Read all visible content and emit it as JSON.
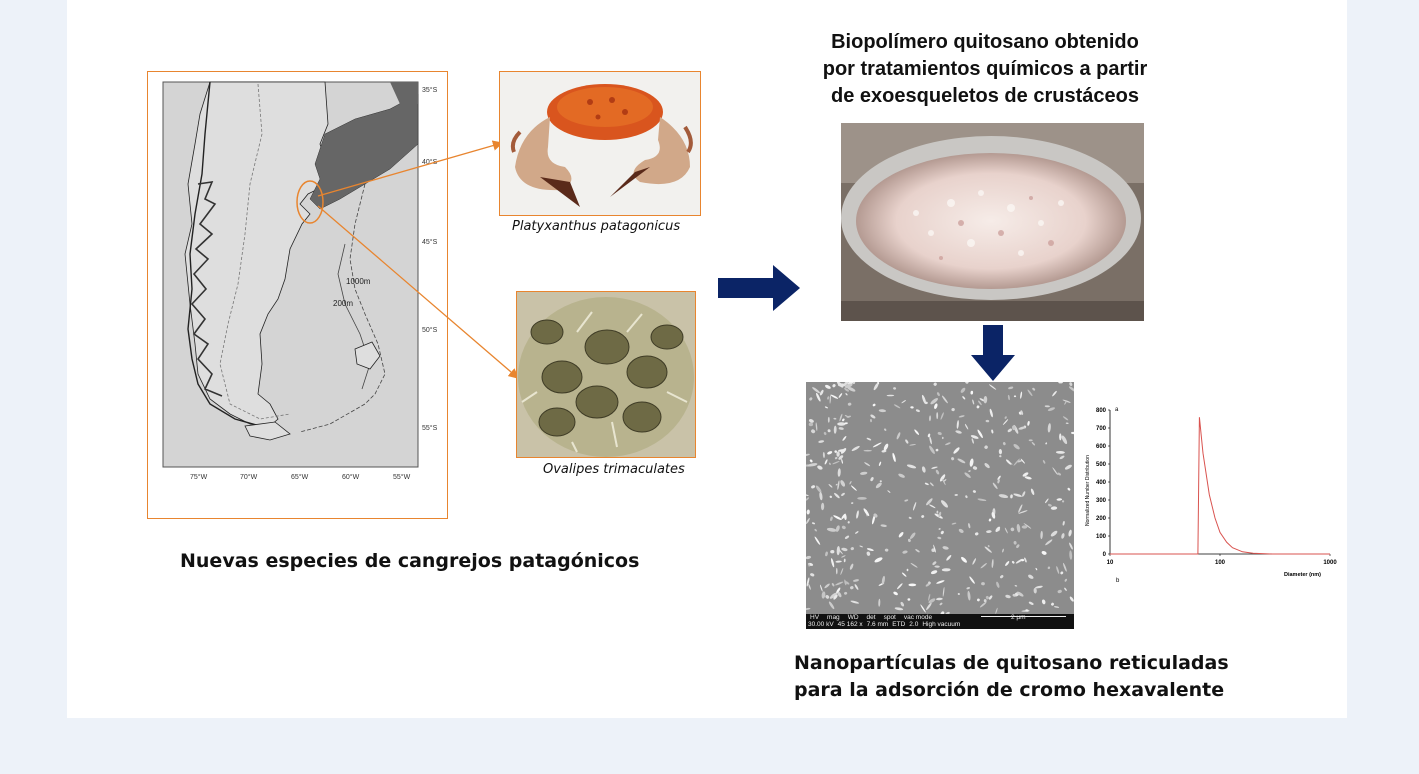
{
  "map": {
    "lat_labels": [
      "35°S",
      "40°S",
      "45°S",
      "50°S",
      "55°S"
    ],
    "lon_labels": [
      "75°W",
      "70°W",
      "65°W",
      "60°W",
      "55°W"
    ],
    "depth_labels": [
      "1000m",
      "200m"
    ]
  },
  "species": [
    {
      "name": "Platyxanthus patagonicus"
    },
    {
      "name": "Ovalipes trimaculates"
    }
  ],
  "left_caption": "Nuevas especies de cangrejos patagónicos",
  "top_title": [
    "Biopolímero quitosano obtenido",
    "por tratamientos químicos a partir",
    "de exoesqueletos de crustáceos"
  ],
  "bottom_title": [
    "Nanopartículas de quitosano reticuladas",
    "para la adsorción de cromo hexavalente"
  ],
  "sem_info": {
    "headers": [
      "HV",
      "mag",
      "WD",
      "det",
      "spot",
      "vac mode"
    ],
    "values": [
      "30.00 kV",
      "45 162 x",
      "7.6 mm",
      "ETD",
      "2.0",
      "High vacuum"
    ],
    "scale": "2 µm"
  },
  "colors": {
    "accent_orange": "#e8852f",
    "arrow_navy": "#0b2466",
    "curve_red": "#d9534f"
  },
  "chart_data": {
    "type": "line",
    "panel_label_top": "a",
    "panel_label_bottom": "b",
    "xlabel": "Diameter (nm)",
    "ylabel": "Normalized Number Distribution",
    "x_scale": "log",
    "xlim": [
      10,
      1000
    ],
    "ylim": [
      0,
      800
    ],
    "x_ticks": [
      "10",
      "100",
      "1000"
    ],
    "y_ticks": [
      "0",
      "100",
      "200",
      "300",
      "400",
      "500",
      "600",
      "700",
      "800"
    ],
    "series": [
      {
        "x": [
          10,
          60,
          63,
          65,
          70,
          80,
          90,
          100,
          115,
          130,
          160,
          200,
          300,
          1000
        ],
        "y": [
          0,
          0,
          0,
          760,
          560,
          330,
          200,
          120,
          65,
          35,
          12,
          4,
          0,
          0
        ]
      }
    ]
  }
}
